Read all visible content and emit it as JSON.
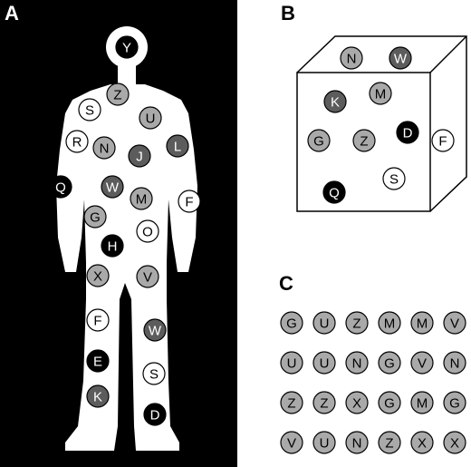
{
  "panels": {
    "a": {
      "label": "A"
    },
    "b": {
      "label": "B"
    },
    "c": {
      "label": "C"
    }
  },
  "colors": {
    "black": "#000000",
    "dark_gray": "#5c5c5c",
    "light_gray": "#a9a9a9",
    "white": "#ffffff"
  },
  "figure": {
    "body_items": [
      {
        "letter": "Y",
        "shade": "black"
      },
      {
        "letter": "Z",
        "shade": "light_gray"
      },
      {
        "letter": "S",
        "shade": "white"
      },
      {
        "letter": "U",
        "shade": "light_gray"
      },
      {
        "letter": "R",
        "shade": "white"
      },
      {
        "letter": "N",
        "shade": "light_gray"
      },
      {
        "letter": "J",
        "shade": "dark_gray"
      },
      {
        "letter": "L",
        "shade": "dark_gray"
      },
      {
        "letter": "Q",
        "shade": "black"
      },
      {
        "letter": "W",
        "shade": "dark_gray"
      },
      {
        "letter": "M",
        "shade": "light_gray"
      },
      {
        "letter": "F",
        "shade": "white"
      },
      {
        "letter": "G",
        "shade": "light_gray"
      },
      {
        "letter": "O",
        "shade": "white"
      },
      {
        "letter": "H",
        "shade": "black"
      },
      {
        "letter": "X",
        "shade": "light_gray"
      },
      {
        "letter": "V",
        "shade": "light_gray"
      },
      {
        "letter": "F",
        "shade": "white"
      },
      {
        "letter": "W",
        "shade": "dark_gray"
      },
      {
        "letter": "E",
        "shade": "black"
      },
      {
        "letter": "S",
        "shade": "white"
      },
      {
        "letter": "K",
        "shade": "dark_gray"
      },
      {
        "letter": "D",
        "shade": "black"
      }
    ],
    "cube_items": [
      {
        "letter": "N",
        "shade": "light_gray"
      },
      {
        "letter": "W",
        "shade": "dark_gray"
      },
      {
        "letter": "K",
        "shade": "dark_gray"
      },
      {
        "letter": "M",
        "shade": "light_gray"
      },
      {
        "letter": "G",
        "shade": "light_gray"
      },
      {
        "letter": "Z",
        "shade": "light_gray"
      },
      {
        "letter": "D",
        "shade": "black"
      },
      {
        "letter": "F",
        "shade": "white"
      },
      {
        "letter": "S",
        "shade": "white"
      },
      {
        "letter": "Q",
        "shade": "black"
      }
    ],
    "grid_rows": [
      [
        "G",
        "U",
        "Z",
        "M",
        "M",
        "V"
      ],
      [
        "U",
        "U",
        "N",
        "G",
        "V",
        "N"
      ],
      [
        "Z",
        "Z",
        "X",
        "G",
        "M",
        "G"
      ],
      [
        "V",
        "U",
        "N",
        "Z",
        "X",
        "X"
      ]
    ],
    "grid_shade": "light_gray"
  }
}
